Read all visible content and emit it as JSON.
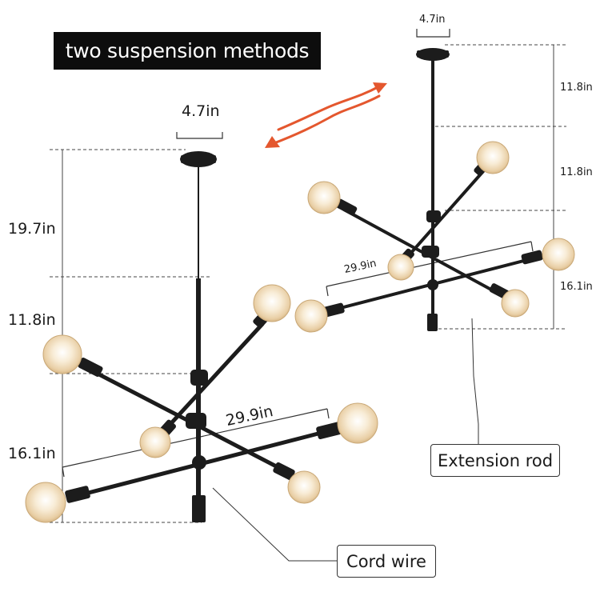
{
  "title": "two suspension methods",
  "callouts": {
    "extension_rod": "Extension rod",
    "cord_wire": "Cord wire"
  },
  "left_fixture": {
    "canopy_width": "4.7in",
    "cord_length": "19.7in",
    "middle_height": "11.8in",
    "bottom_height": "16.1in",
    "span": "29.9in"
  },
  "right_fixture": {
    "canopy_width": "4.7in",
    "rod_height_1": "11.8in",
    "rod_height_2": "11.8in",
    "bottom_height": "16.1in",
    "span": "29.9in"
  },
  "colors": {
    "arrow": "#e4572e",
    "metal": "#1c1c1c",
    "bulb_glow": "#f4e2c4",
    "title_bg": "#0d0d0d"
  },
  "icons": {
    "swap_arrows": "double-arrow-icon"
  }
}
